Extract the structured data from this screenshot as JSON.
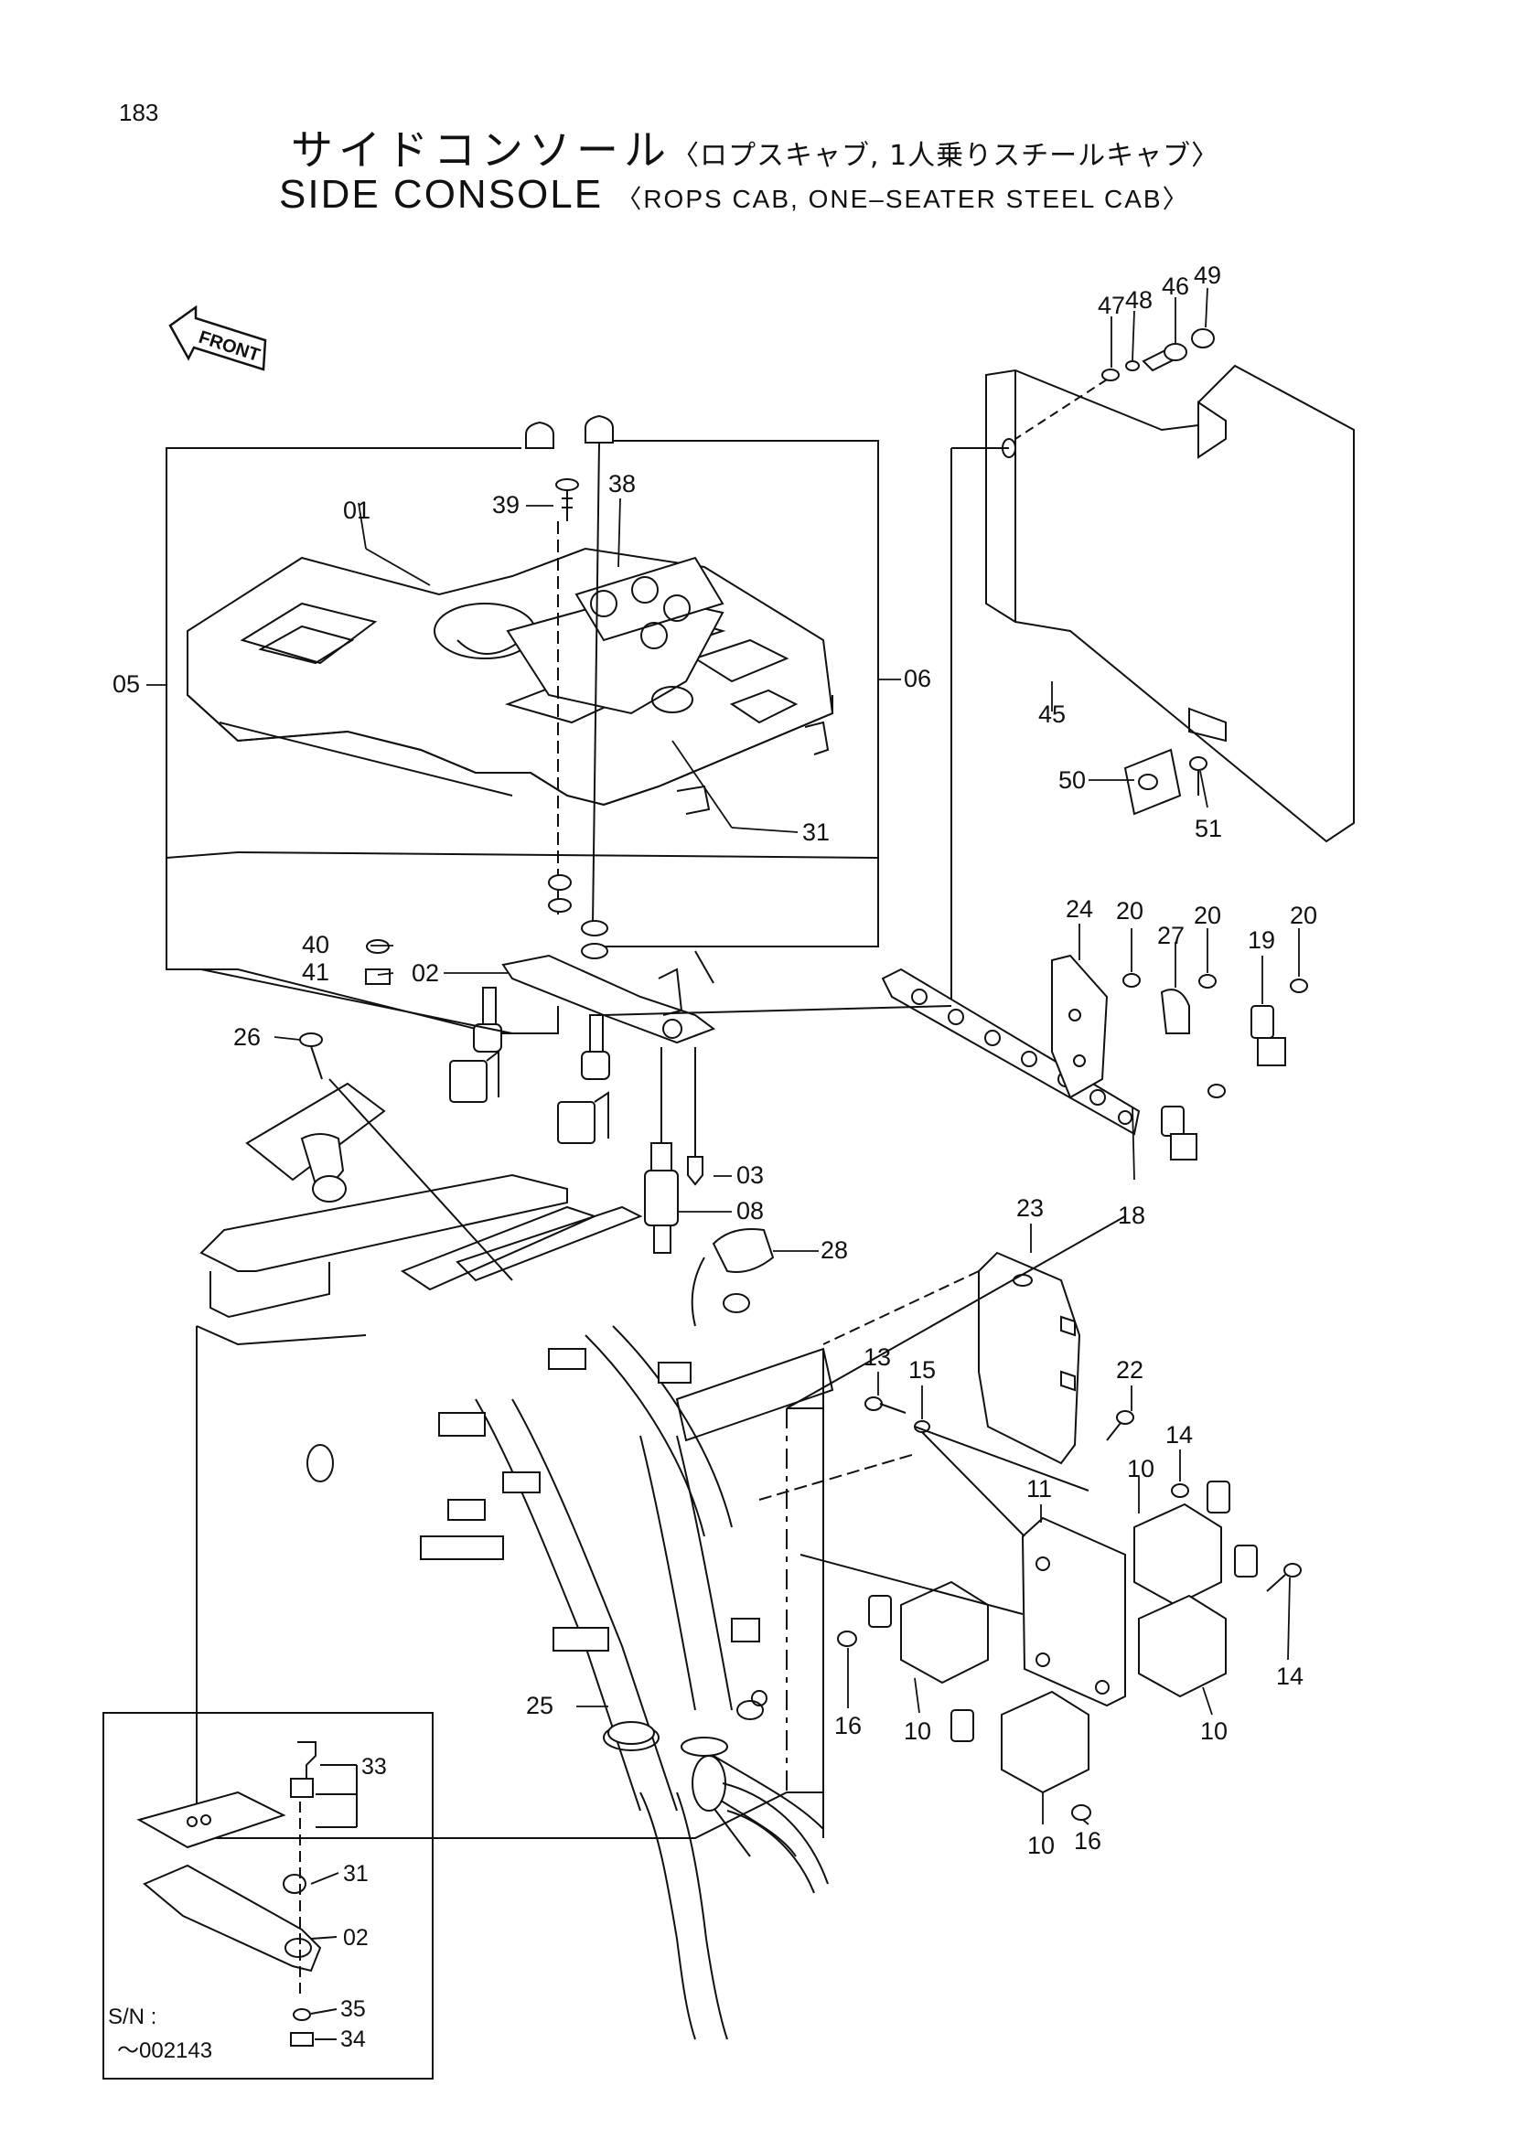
{
  "page_number": "183",
  "title_jp": "サイドコンソール",
  "subtitle_jp": "〈ロプスキャブ, 1人乗りスチールキャブ〉",
  "title_en": "SIDE CONSOLE",
  "subtitle_en": "〈ROPS CAB, ONE–SEATER STEEL CAB〉",
  "front_label": "FRONT",
  "inset": {
    "serial_label": "S/N :",
    "serial_range": "～002143"
  },
  "labels": {
    "p01": "01",
    "p02": "02",
    "p03": "03",
    "p05": "05",
    "p06": "06",
    "p08": "08",
    "p10a": "10",
    "p10b": "10",
    "p10c": "10",
    "p10d": "10",
    "p11": "11",
    "p13": "13",
    "p14a": "14",
    "p14b": "14",
    "p15": "15",
    "p16a": "16",
    "p16b": "16",
    "p18": "18",
    "p19": "19",
    "p20a": "20",
    "p20b": "20",
    "p20c": "20",
    "p22": "22",
    "p23": "23",
    "p24": "24",
    "p25": "25",
    "p26": "26",
    "p27": "27",
    "p28": "28",
    "p31": "31",
    "p38": "38",
    "p39": "39",
    "p40": "40",
    "p41": "41",
    "p45": "45",
    "p46": "46",
    "p47": "47",
    "p48": "48",
    "p49": "49",
    "p50": "50",
    "p51": "51",
    "i33": "33",
    "i31": "31",
    "i02": "02",
    "i35": "35",
    "i34": "34"
  }
}
